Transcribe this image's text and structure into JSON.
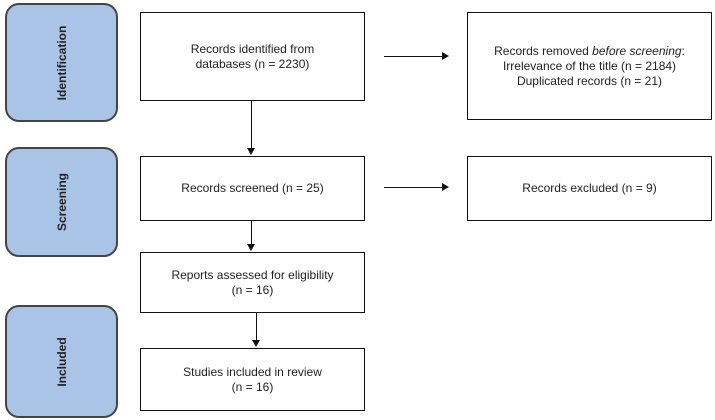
{
  "phases": {
    "identification": "Identification",
    "screening": "Screening",
    "included": "Included"
  },
  "boxes": {
    "identified": {
      "line1": "Records identified from",
      "line2": "databases (n = 2230)"
    },
    "removed": {
      "line1_prefix": "Records removed ",
      "line1_emph": "before screening",
      "line1_suffix": ":",
      "line2": "Irrelevance of the title (n = 2184)",
      "line3": "Duplicated records (n = 21)"
    },
    "screened": {
      "line1": "Records screened (n = 25)"
    },
    "excluded": {
      "line1": "Records excluded (n = 9)"
    },
    "eligibility": {
      "line1": "Reports assessed for eligibility",
      "line2": "(n = 16)"
    },
    "included_studies": {
      "line1": "Studies included in review",
      "line2": "(n = 16)"
    }
  }
}
